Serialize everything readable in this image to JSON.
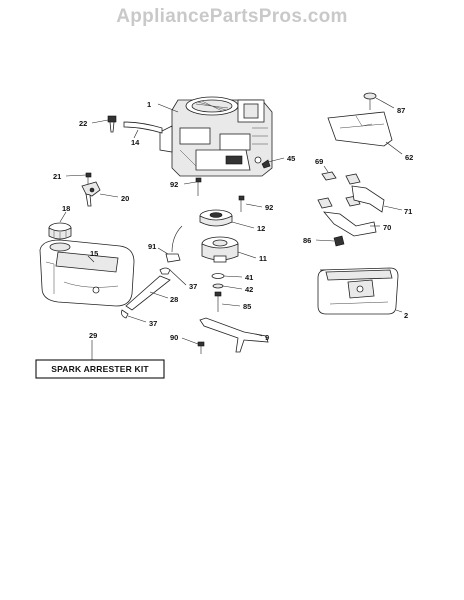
{
  "watermark": "AppliancePartsPros.com",
  "kit_label": "SPARK ARRESTER KIT",
  "callouts": {
    "c1": "1",
    "c2": "2",
    "c9": "9",
    "c11": "11",
    "c12": "12",
    "c14": "14",
    "c15": "15",
    "c18": "18",
    "c20": "20",
    "c21": "21",
    "c22": "22",
    "c28": "28",
    "c29": "29",
    "c37a": "37",
    "c37b": "37",
    "c41": "41",
    "c42": "42",
    "c45": "45",
    "c62": "62",
    "c69": "69",
    "c70": "70",
    "c71": "71",
    "c85": "85",
    "c86": "86",
    "c87": "87",
    "c90": "90",
    "c91": "91",
    "c92a": "92",
    "c92b": "92"
  },
  "parts": {
    "p1": "engine",
    "p2": "muffler",
    "p9": "bracket",
    "p11": "clutch",
    "p12": "pulley",
    "p14": "hose",
    "p15": "fuel-tank",
    "p18": "fuel-cap",
    "p20": "clamp",
    "p21": "screw",
    "p22": "fitting",
    "p28": "fuel-line",
    "p37": "clamp",
    "p41": "washer",
    "p42": "washer",
    "p45": "bolt",
    "p62": "heat-shield",
    "p69": "nut",
    "p70": "exhaust-pipe",
    "p71": "exhaust-pipe",
    "p85": "bolt",
    "p86": "nut",
    "p87": "screw",
    "p90": "bolt",
    "p91": "nut",
    "p92": "bolt"
  }
}
